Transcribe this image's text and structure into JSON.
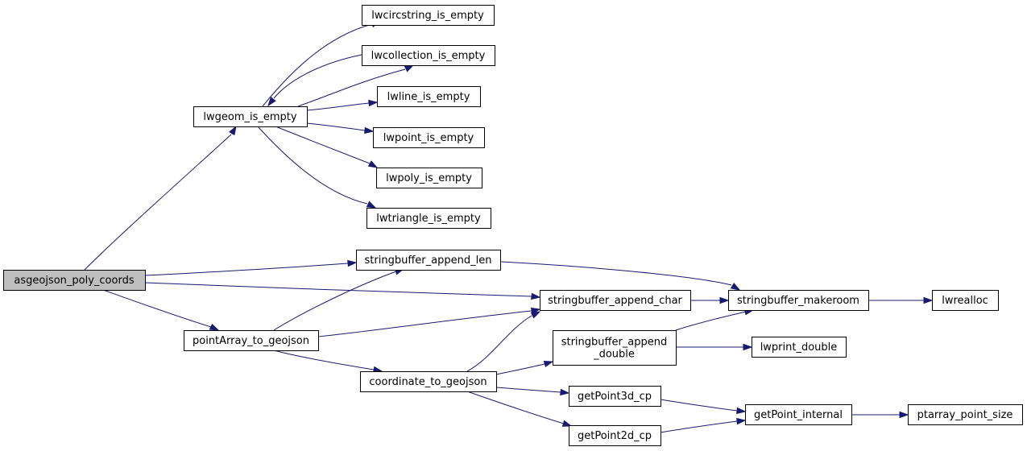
{
  "diagram": {
    "type": "call-graph",
    "edge_color": "#191970",
    "root_fill": "#bfbfbf",
    "node_fill": "#ffffff",
    "nodes": [
      {
        "id": "asgeojson_poly_coords",
        "lines": [
          "asgeojson_poly_coords"
        ],
        "root": true
      },
      {
        "id": "lwgeom_is_empty",
        "lines": [
          "lwgeom_is_empty"
        ]
      },
      {
        "id": "lwcircstring_is_empty",
        "lines": [
          "lwcircstring_is_empty"
        ]
      },
      {
        "id": "lwcollection_is_empty",
        "lines": [
          "lwcollection_is_empty"
        ]
      },
      {
        "id": "lwline_is_empty",
        "lines": [
          "lwline_is_empty"
        ]
      },
      {
        "id": "lwpoint_is_empty",
        "lines": [
          "lwpoint_is_empty"
        ]
      },
      {
        "id": "lwpoly_is_empty",
        "lines": [
          "lwpoly_is_empty"
        ]
      },
      {
        "id": "lwtriangle_is_empty",
        "lines": [
          "lwtriangle_is_empty"
        ]
      },
      {
        "id": "stringbuffer_append_len",
        "lines": [
          "stringbuffer_append_len"
        ]
      },
      {
        "id": "stringbuffer_append_char",
        "lines": [
          "stringbuffer_append_char"
        ]
      },
      {
        "id": "pointArray_to_geojson",
        "lines": [
          "pointArray_to_geojson"
        ]
      },
      {
        "id": "stringbuffer_makeroom",
        "lines": [
          "stringbuffer_makeroom"
        ]
      },
      {
        "id": "lwrealloc",
        "lines": [
          "lwrealloc"
        ]
      },
      {
        "id": "coordinate_to_geojson",
        "lines": [
          "coordinate_to_geojson"
        ]
      },
      {
        "id": "stringbuffer_append_double",
        "lines": [
          "stringbuffer_append",
          "_double"
        ]
      },
      {
        "id": "lwprint_double",
        "lines": [
          "lwprint_double"
        ]
      },
      {
        "id": "getPoint3d_cp",
        "lines": [
          "getPoint3d_cp"
        ]
      },
      {
        "id": "getPoint2d_cp",
        "lines": [
          "getPoint2d_cp"
        ]
      },
      {
        "id": "getPoint_internal",
        "lines": [
          "getPoint_internal"
        ]
      },
      {
        "id": "ptarray_point_size",
        "lines": [
          "ptarray_point_size"
        ]
      }
    ],
    "edges": [
      {
        "from": "asgeojson_poly_coords",
        "to": "lwgeom_is_empty"
      },
      {
        "from": "lwgeom_is_empty",
        "to": "lwcircstring_is_empty"
      },
      {
        "from": "lwgeom_is_empty",
        "to": "lwcollection_is_empty"
      },
      {
        "from": "lwcollection_is_empty",
        "to": "lwgeom_is_empty"
      },
      {
        "from": "lwgeom_is_empty",
        "to": "lwline_is_empty"
      },
      {
        "from": "lwgeom_is_empty",
        "to": "lwpoint_is_empty"
      },
      {
        "from": "lwgeom_is_empty",
        "to": "lwpoly_is_empty"
      },
      {
        "from": "lwgeom_is_empty",
        "to": "lwtriangle_is_empty"
      },
      {
        "from": "asgeojson_poly_coords",
        "to": "stringbuffer_append_len"
      },
      {
        "from": "asgeojson_poly_coords",
        "to": "stringbuffer_append_char"
      },
      {
        "from": "asgeojson_poly_coords",
        "to": "pointArray_to_geojson"
      },
      {
        "from": "stringbuffer_append_len",
        "to": "stringbuffer_makeroom"
      },
      {
        "from": "stringbuffer_append_char",
        "to": "stringbuffer_makeroom"
      },
      {
        "from": "stringbuffer_makeroom",
        "to": "lwrealloc"
      },
      {
        "from": "pointArray_to_geojson",
        "to": "stringbuffer_append_len"
      },
      {
        "from": "pointArray_to_geojson",
        "to": "stringbuffer_append_char"
      },
      {
        "from": "pointArray_to_geojson",
        "to": "coordinate_to_geojson"
      },
      {
        "from": "coordinate_to_geojson",
        "to": "stringbuffer_append_char"
      },
      {
        "from": "coordinate_to_geojson",
        "to": "stringbuffer_append_double"
      },
      {
        "from": "coordinate_to_geojson",
        "to": "getPoint3d_cp"
      },
      {
        "from": "coordinate_to_geojson",
        "to": "getPoint2d_cp"
      },
      {
        "from": "stringbuffer_append_double",
        "to": "stringbuffer_makeroom"
      },
      {
        "from": "stringbuffer_append_double",
        "to": "lwprint_double"
      },
      {
        "from": "getPoint3d_cp",
        "to": "getPoint_internal"
      },
      {
        "from": "getPoint2d_cp",
        "to": "getPoint_internal"
      },
      {
        "from": "getPoint_internal",
        "to": "ptarray_point_size"
      }
    ]
  }
}
